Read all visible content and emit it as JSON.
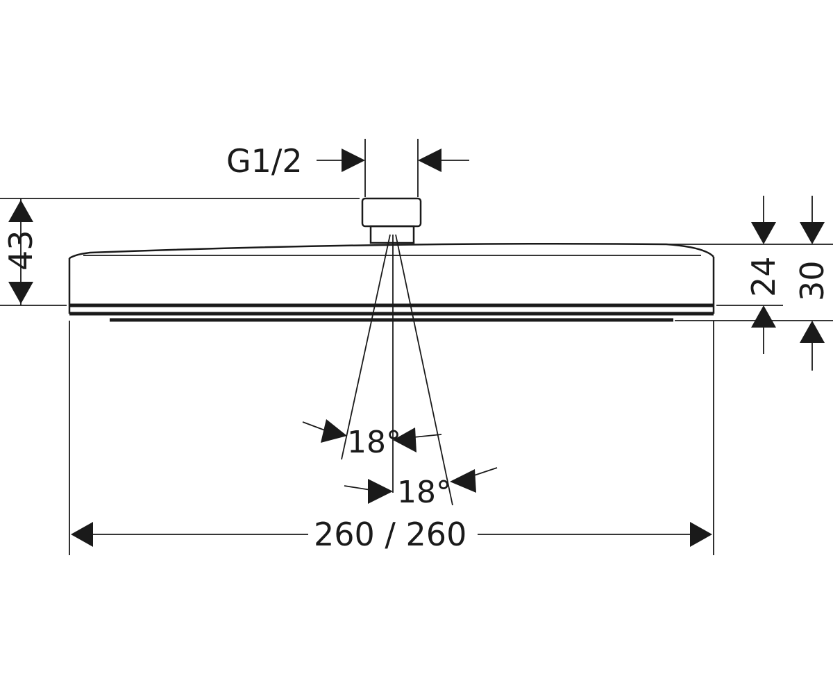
{
  "dimensions": {
    "thread": "G1/2",
    "total_height": "43",
    "head_height": "24",
    "head_height_total": "30",
    "angle_left": "18°",
    "angle_right": "18°",
    "width": "260 / 260"
  },
  "colors": {
    "line": "#1a1a1a",
    "background": "#ffffff"
  }
}
